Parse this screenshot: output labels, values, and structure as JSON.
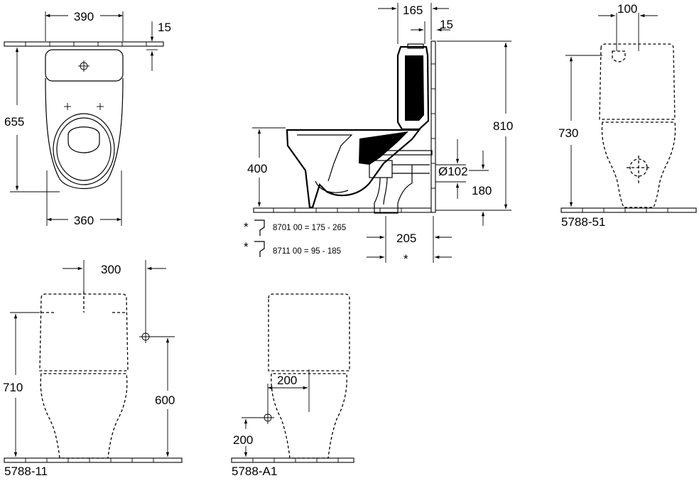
{
  "top_view": {
    "width_top": "390",
    "tank_offset": "15",
    "depth": "655",
    "width_bottom": "360"
  },
  "side_view": {
    "tank_depth": "165",
    "wall_gap": "15",
    "height_total": "810",
    "seat_height": "400",
    "outlet_diameter": "Ø102",
    "outlet_height": "180",
    "outlet_projection": "205",
    "asterisk": "*",
    "option_1": {
      "asterisk": "*",
      "text": "8701 00 = 175 - 265"
    },
    "option_2": {
      "asterisk": "*",
      "text": "8711 00 = 95 - 185"
    }
  },
  "view_5788_51": {
    "code": "5788-51",
    "inlet_offset": "100",
    "height": "730"
  },
  "view_5788_11": {
    "code": "5788-11",
    "inlet_offset": "300",
    "height": "710",
    "inlet_height": "600"
  },
  "view_5788_A1": {
    "code": "5788-A1",
    "inlet_offset": "200",
    "inlet_height": "200"
  }
}
